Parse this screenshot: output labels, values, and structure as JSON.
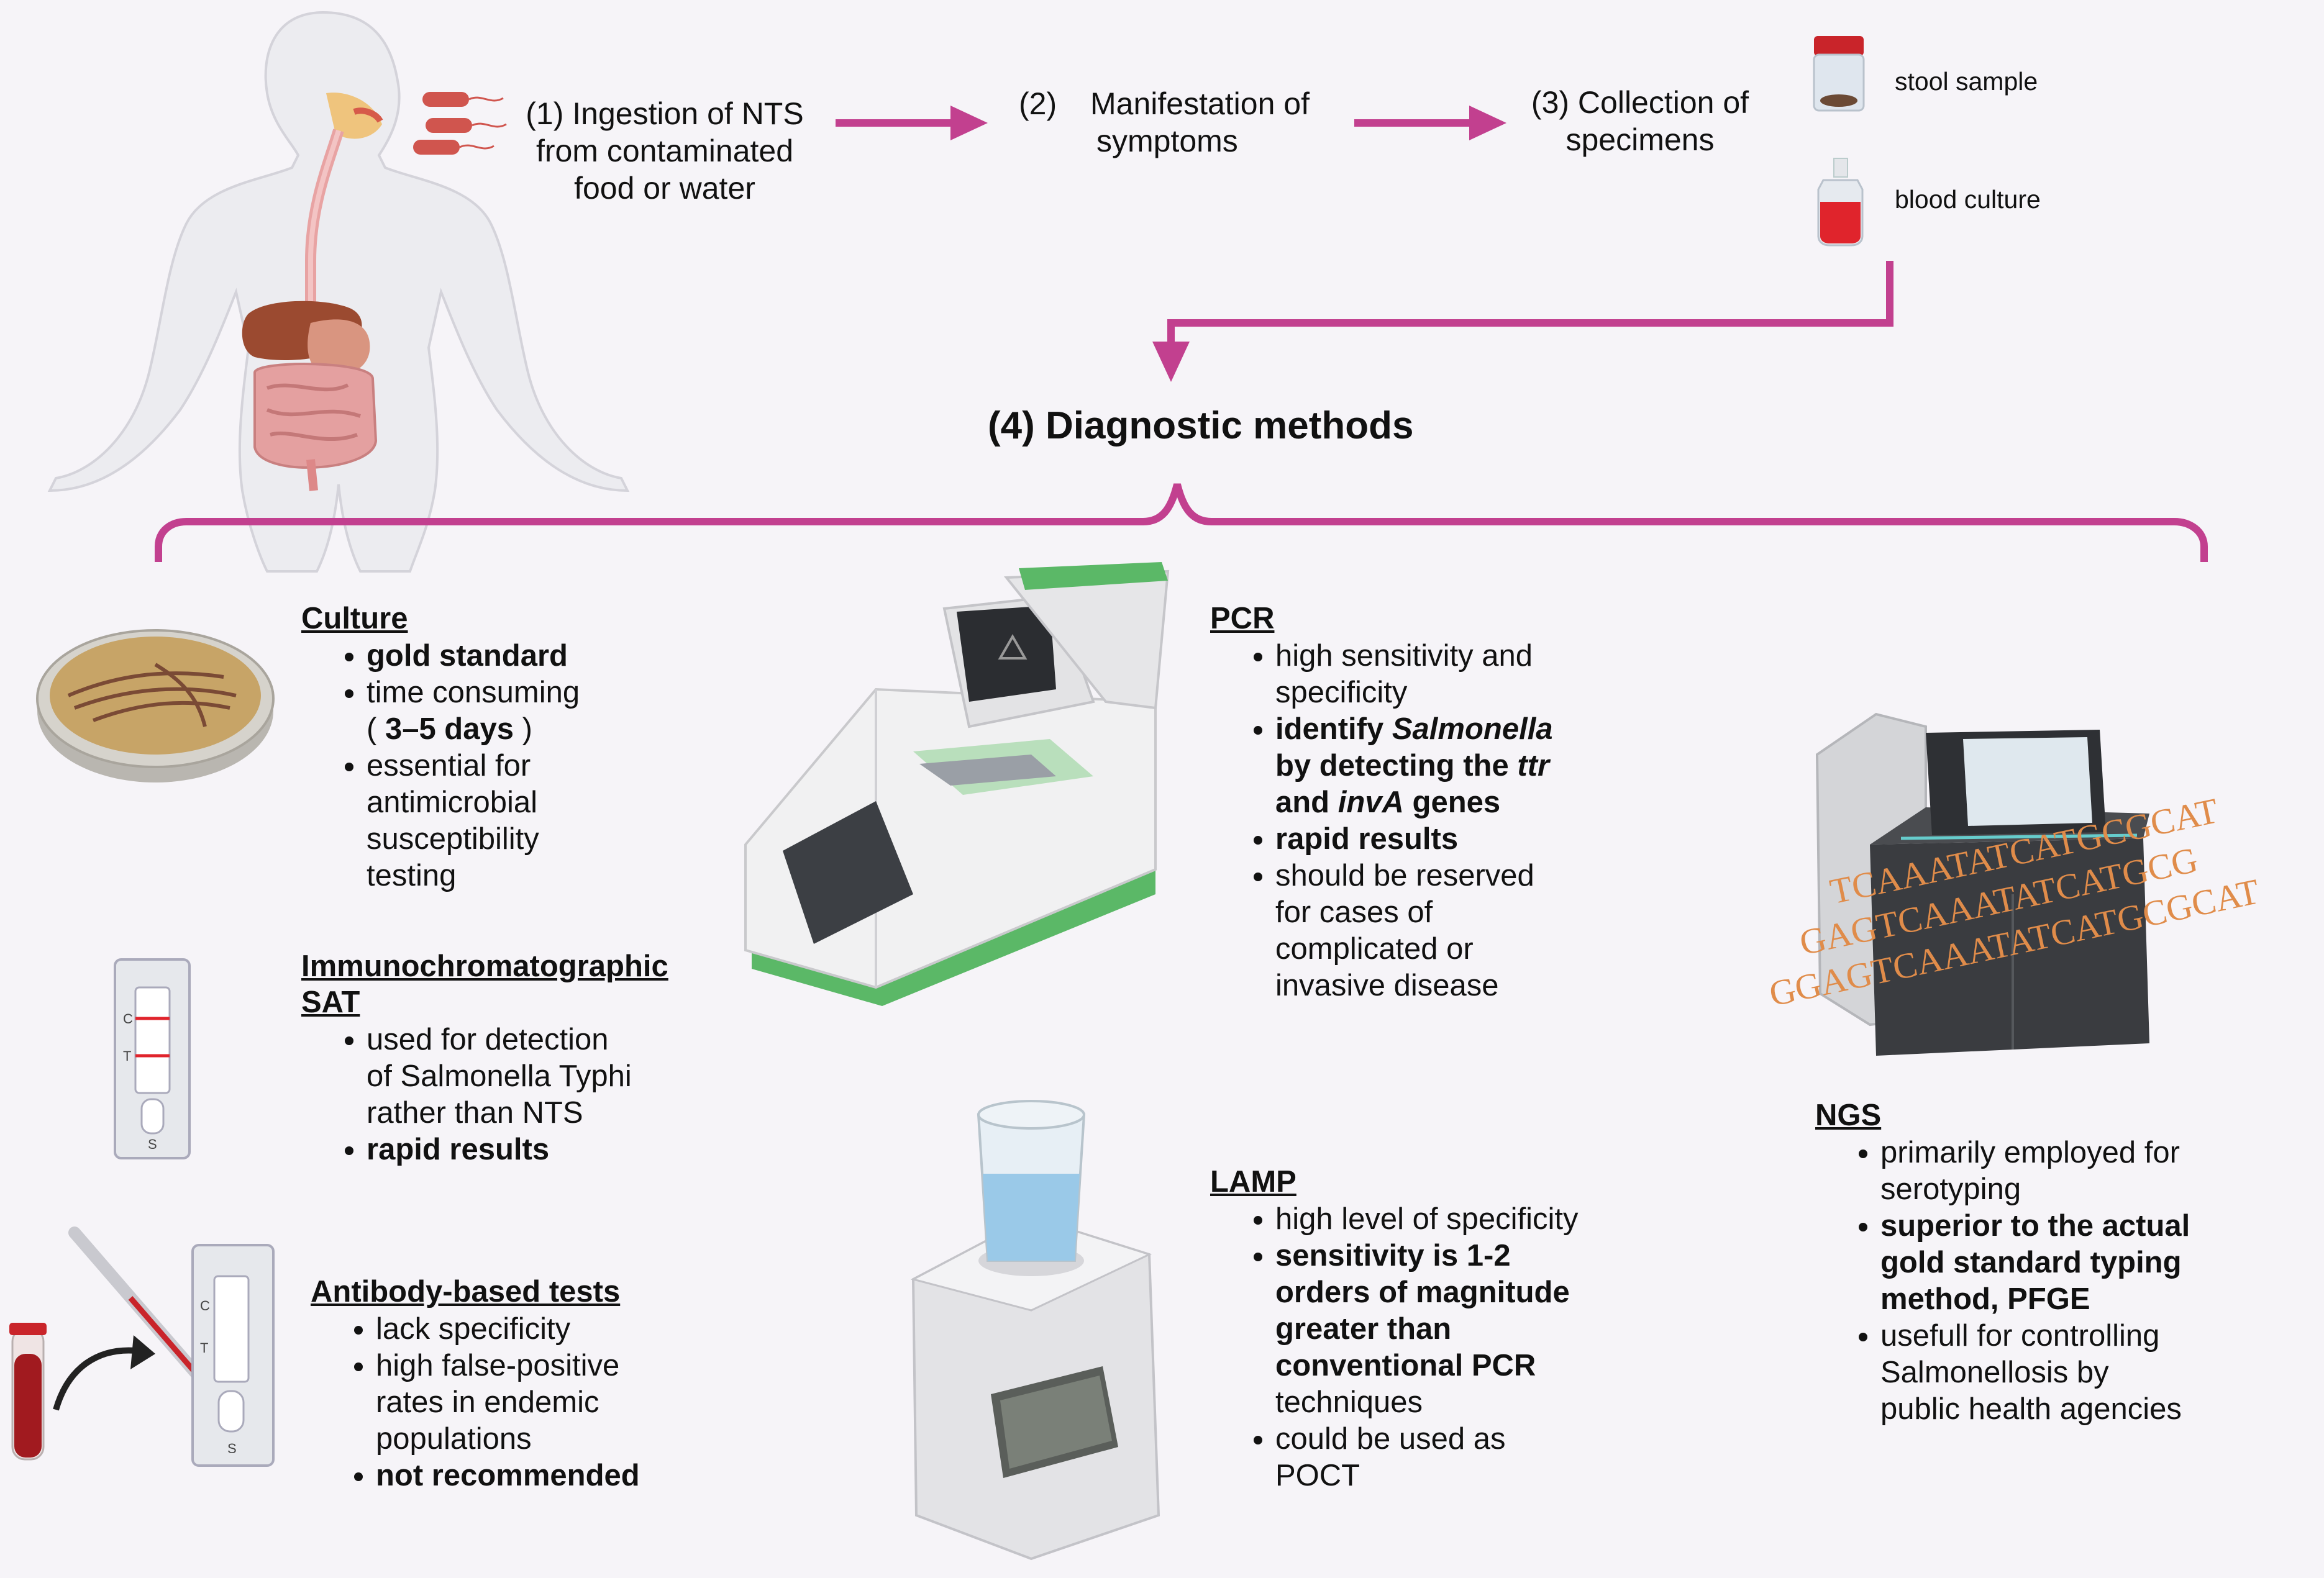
{
  "flow": {
    "step1": [
      "(1) Ingestion of NTS",
      "from contaminated",
      "food or water"
    ],
    "step2_num": "(2)",
    "step2": [
      "Manifestation of",
      "symptoms"
    ],
    "step3": [
      "(3) Collection of",
      "specimens"
    ],
    "specimens": [
      "stool sample",
      "blood culture"
    ],
    "step4": "(4) Diagnostic methods"
  },
  "culture": {
    "title": "Culture",
    "points": [
      "gold standard",
      "time consuming",
      "essential for",
      "antimicrobial",
      "susceptibility",
      "testing"
    ],
    "days_open": "( ",
    "days": "3–5 days",
    "days_close": " )"
  },
  "immuno": {
    "title_lines": [
      "Immunochromatographic",
      "SAT"
    ],
    "points": [
      "used for detection",
      "of Salmonella Typhi",
      "rather than NTS",
      "rapid results"
    ],
    "strip_marks": [
      "C",
      "T",
      "S"
    ]
  },
  "antibody": {
    "title": "Antibody-based tests",
    "points": [
      "lack specificity",
      "high false-positive",
      "rates in endemic",
      "populations",
      "not recommended"
    ],
    "strip_marks": [
      "C",
      "T",
      "S"
    ]
  },
  "pcr": {
    "title": "PCR",
    "p1": [
      "high sensitivity and",
      "specificity"
    ],
    "p2": [
      "identify ",
      "Salmonella",
      "by detecting the ",
      "ttr",
      "and ",
      "invA",
      " genes"
    ],
    "p3": "rapid results",
    "p4": [
      "should be reserved",
      "for cases of",
      "complicated or",
      "invasive disease"
    ]
  },
  "lamp": {
    "title": "LAMP",
    "p1": "high level of specificity",
    "p2": [
      "sensitivity is 1-2",
      "orders of magnitude",
      "greater than",
      "conventional PCR"
    ],
    "p2_tail": "techniques",
    "p3": [
      "could be used as",
      "POCT"
    ]
  },
  "ngs": {
    "title": "NGS",
    "p1": [
      "primarily employed for",
      "serotyping"
    ],
    "p2": [
      "superior to the actual",
      "gold standard typing",
      "method, PFGE"
    ],
    "p3": [
      "usefull for controlling",
      "Salmonellosis by",
      "public health agencies"
    ],
    "dna": [
      "TCAAATATCATGCGCAT",
      "GAGTCAAATATCATGCG",
      "GGAGTCAAATATCATGCGCAT"
    ]
  },
  "colors": {
    "arrow": "#c2408f",
    "background": "#f6f4f8",
    "instrument_green": "#5bb867",
    "blood_red": "#e0242c",
    "dna_orange": "#e08c4a"
  }
}
